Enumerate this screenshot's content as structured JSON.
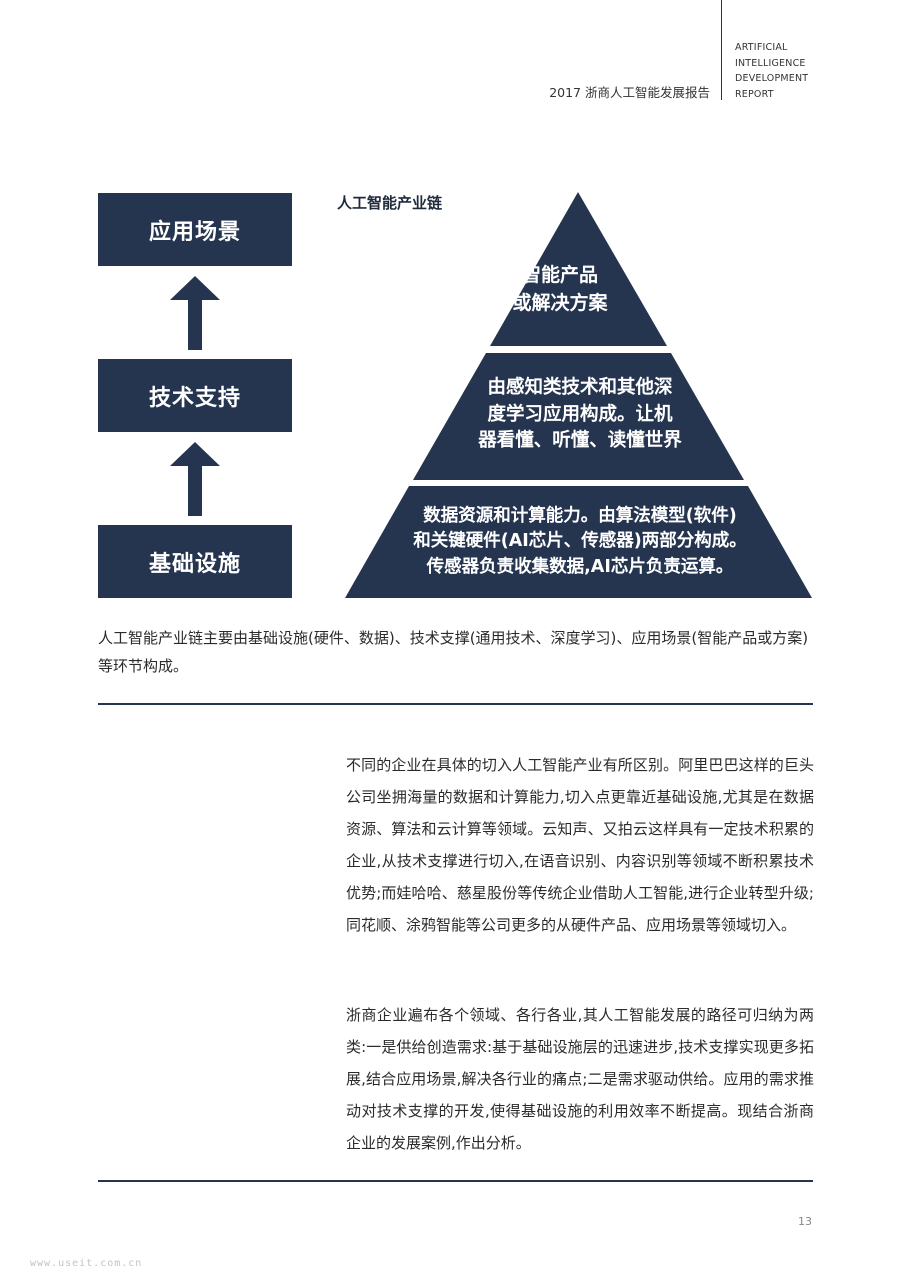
{
  "header": {
    "title": "2017 浙商人工智能发展报告",
    "en_lines": [
      "ARTIFICIAL",
      "INTELLIGENCE",
      "DEVELOPMENT",
      "REPORT"
    ]
  },
  "diagram": {
    "chain_title": "人工智能产业链",
    "boxes": [
      "应用场景",
      "技术支持",
      "基础设施"
    ],
    "pyramid": {
      "top": [
        "智能产品",
        "或解决方案"
      ],
      "middle": [
        "由感知类技术和其他深",
        "度学习应用构成。让机",
        "器看懂、听懂、读懂世界"
      ],
      "bottom": [
        "数据资源和计算能力。由算法模型(软件)",
        "和关键硬件(AI芯片、传感器)两部分构成。",
        "传感器负责收集数据,AI芯片负责运算。"
      ]
    },
    "colors": {
      "navy": "#253550"
    }
  },
  "caption": "人工智能产业链主要由基础设施(硬件、数据)、技术支撑(通用技术、深度学习)、应用场景(智能产品或方案)等环节构成。",
  "paragraphs": [
    "不同的企业在具体的切入人工智能产业有所区别。阿里巴巴这样的巨头公司坐拥海量的数据和计算能力,切入点更靠近基础设施,尤其是在数据资源、算法和云计算等领域。云知声、又拍云这样具有一定技术积累的企业,从技术支撑进行切入,在语音识别、内容识别等领域不断积累技术优势;而娃哈哈、慈星股份等传统企业借助人工智能,进行企业转型升级;同花顺、涂鸦智能等公司更多的从硬件产品、应用场景等领域切入。",
    "浙商企业遍布各个领域、各行各业,其人工智能发展的路径可归纳为两类:一是供给创造需求:基于基础设施层的迅速进步,技术支撑实现更多拓展,结合应用场景,解决各行业的痛点;二是需求驱动供给。应用的需求推动对技术支撑的开发,使得基础设施的利用效率不断提高。现结合浙商企业的发展案例,作出分析。"
  ],
  "page_number": "13",
  "watermark": "www.useit.com.cn"
}
